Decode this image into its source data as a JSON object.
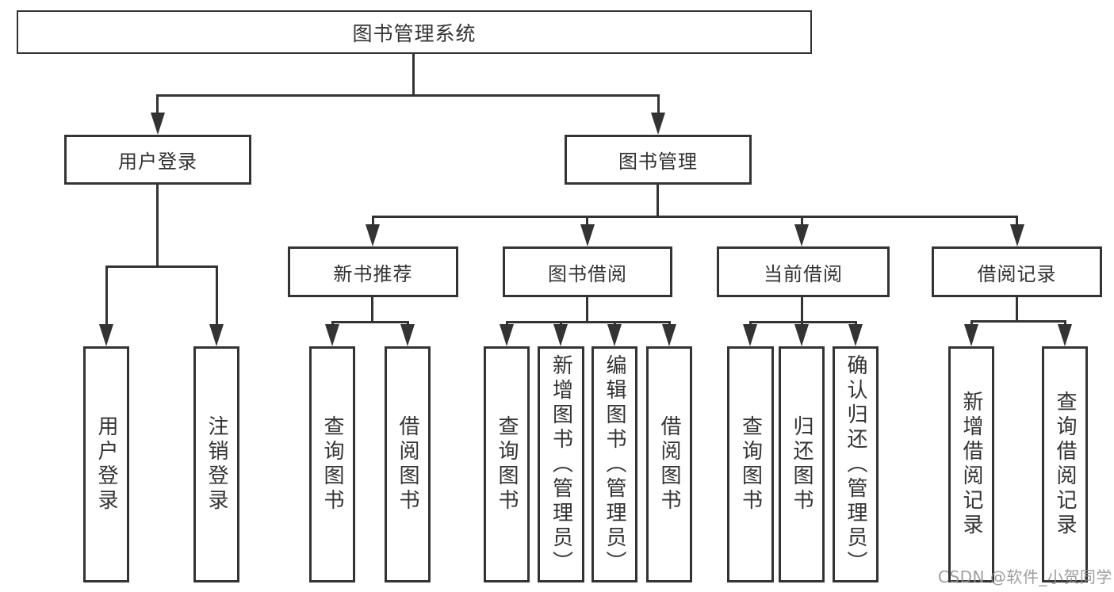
{
  "tree": {
    "label": "图书管理系统",
    "children": [
      {
        "label": "用户登录",
        "children": [
          {
            "label": "用户登录"
          },
          {
            "label": "注销登录"
          }
        ]
      },
      {
        "label": "图书管理",
        "children": [
          {
            "label": "新书推荐",
            "children": [
              {
                "label": "查询图书"
              },
              {
                "label": "借阅图书"
              }
            ]
          },
          {
            "label": "图书借阅",
            "children": [
              {
                "label": "查询图书"
              },
              {
                "label": "新增图书（管理员）"
              },
              {
                "label": "编辑图书（管理员）"
              },
              {
                "label": "借阅图书"
              }
            ]
          },
          {
            "label": "当前借阅",
            "children": [
              {
                "label": "查询图书"
              },
              {
                "label": "归还图书"
              },
              {
                "label": "确认归还（管理员）"
              }
            ]
          },
          {
            "label": "借阅记录",
            "children": [
              {
                "label": "新增借阅记录"
              },
              {
                "label": "查询借阅记录"
              }
            ]
          }
        ]
      }
    ]
  },
  "watermark": {
    "text": "CSDN @软件_小贺同学"
  },
  "colors": {
    "line": "#333333",
    "box_border": "#333333",
    "text": "#333333",
    "background": "#ffffff",
    "watermark": "#919191"
  }
}
